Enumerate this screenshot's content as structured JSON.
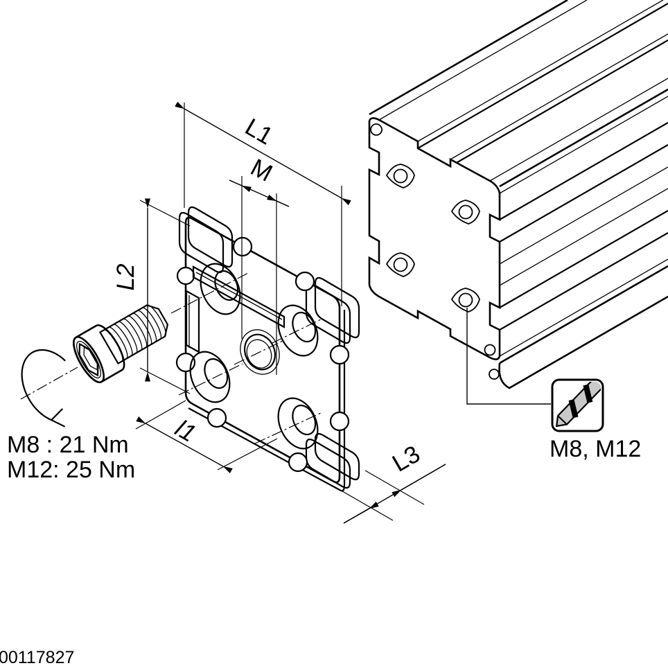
{
  "drawing": {
    "part_number": "00117827",
    "torque_note": {
      "line1": "M8  : 21 Nm",
      "line2": "M12: 25 Nm"
    },
    "drill_callout": {
      "label": "M8, M12"
    },
    "dimension_labels": {
      "L1": "L1",
      "M": "M",
      "L2": "L2",
      "l1": "l1",
      "L3": "L3"
    },
    "colors": {
      "plate_fill": "#d9d9d9",
      "metal_fill": "#c8c8c8",
      "thread_fill": "#d6d6d6",
      "socket_fill": "#b4b4b4",
      "line_color": "#000000",
      "background": "#ffffff"
    }
  }
}
